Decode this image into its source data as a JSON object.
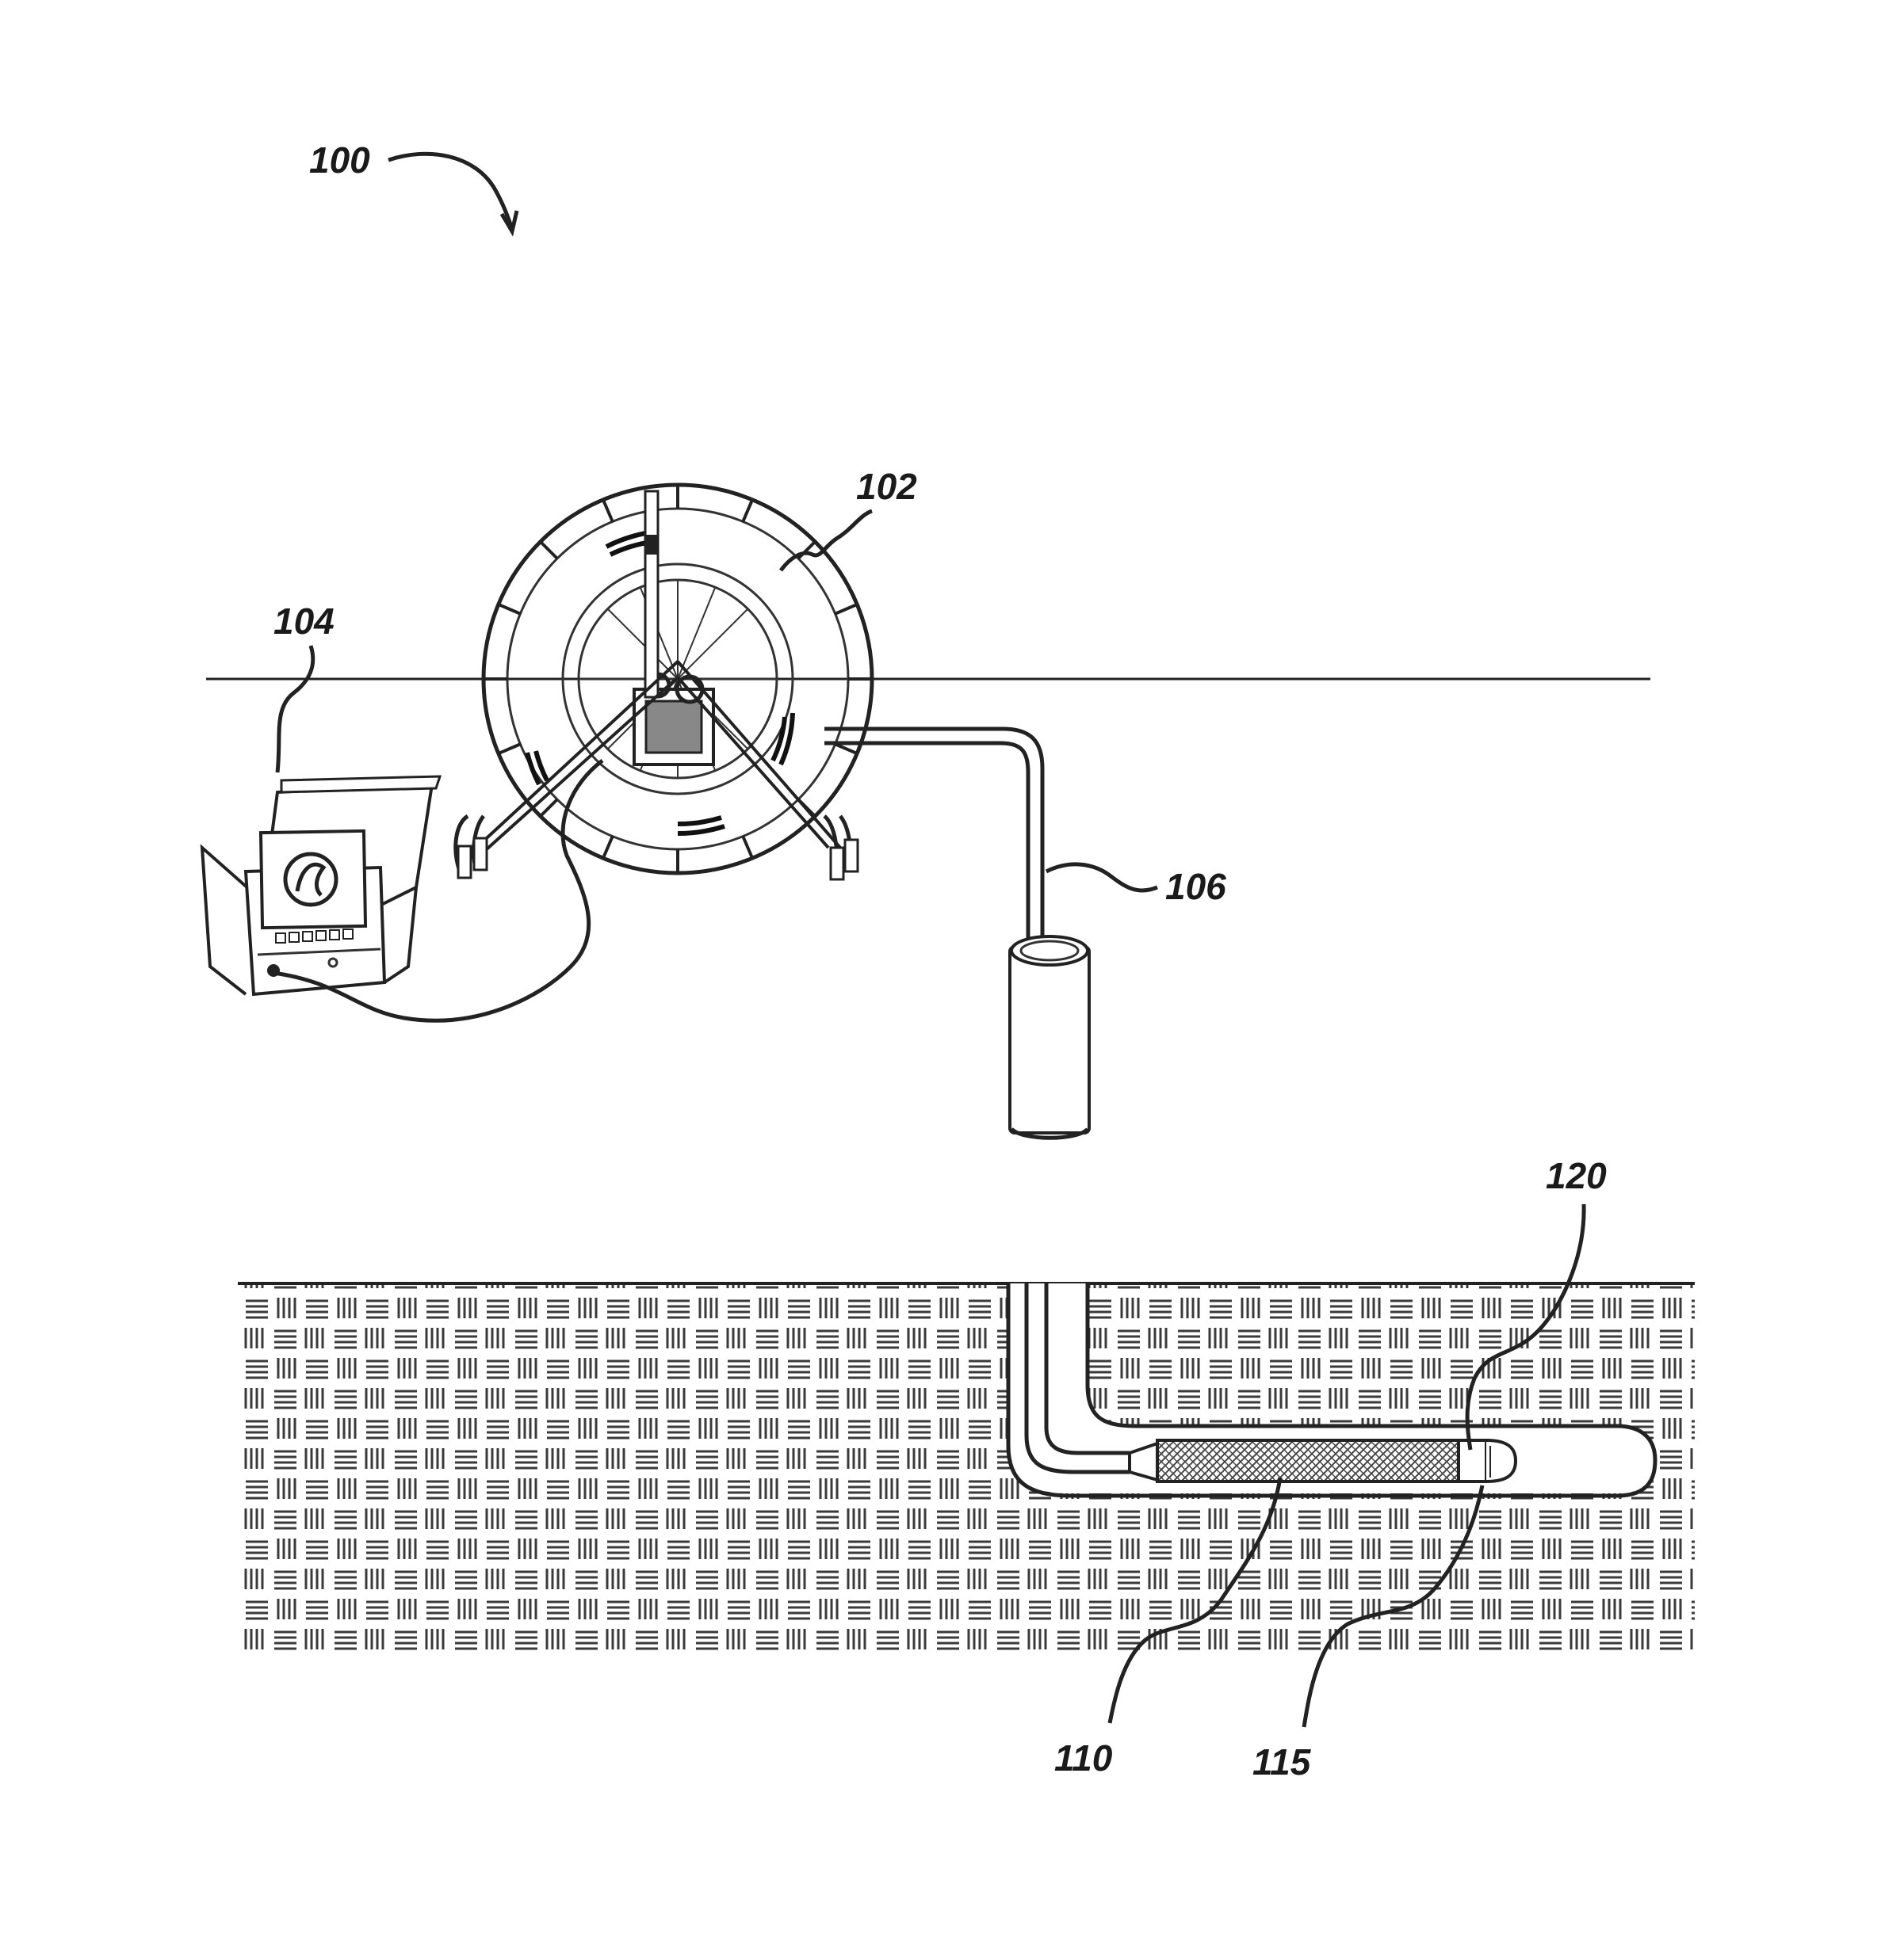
{
  "figure": {
    "labels": {
      "system": "100",
      "reel": "102",
      "monitor": "104",
      "push_cable": "106",
      "camera_head": "110",
      "sensor_housing": "115",
      "dipole_sonde": "120"
    },
    "colors": {
      "line": "#222222",
      "ground_hatch": "#3a3a3a",
      "background": "#ffffff"
    }
  }
}
